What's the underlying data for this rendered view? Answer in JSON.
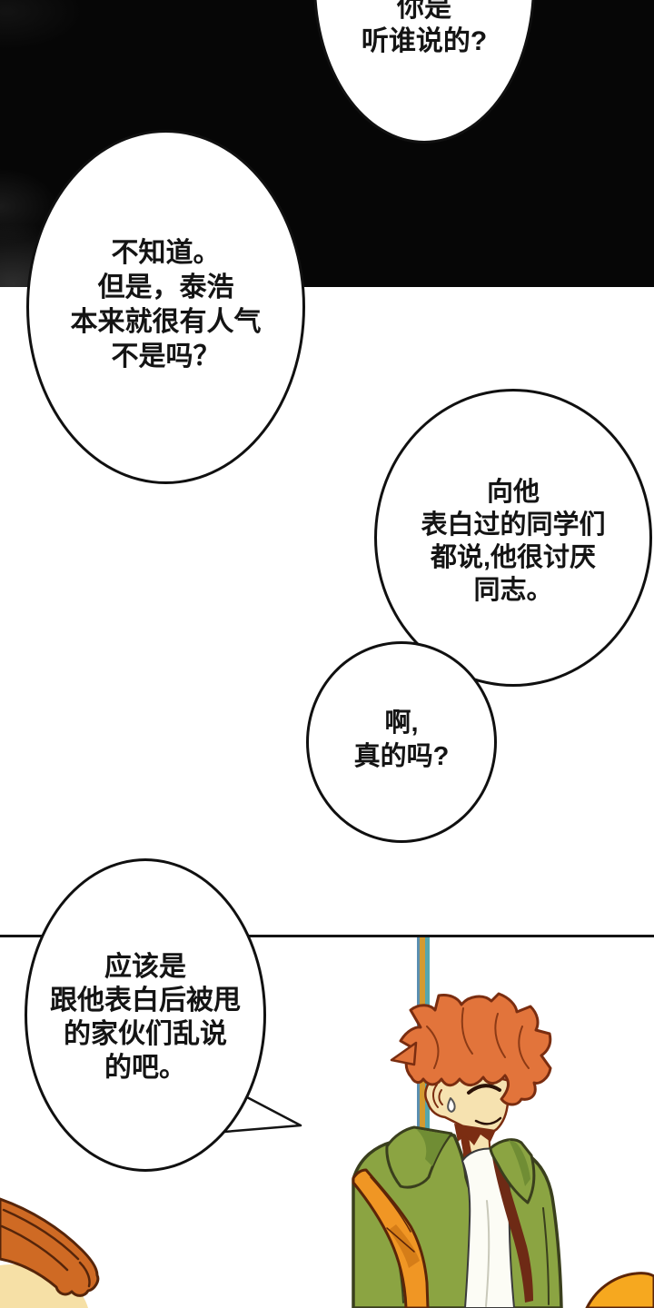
{
  "page": {
    "kind": "manhwa comic page",
    "language": "Chinese",
    "panel_divider_color": "#141414",
    "top_panel_background": "#060606"
  },
  "bubbles": {
    "top": {
      "lines": [
        "你是",
        "听谁说的?"
      ]
    },
    "left": {
      "lines": [
        "不知道。",
        "但是，泰浩",
        "本来就很有人气",
        "不是吗？"
      ]
    },
    "right": {
      "lines": [
        "向他",
        "表白过的同学们",
        "都说,他很讨厌",
        "同志。"
      ]
    },
    "reply": {
      "lines": [
        "啊,",
        "真的吗?"
      ]
    },
    "bottom": {
      "lines": [
        "应该是",
        "跟他表白后被甩",
        "的家伙们乱说",
        "的吧。"
      ]
    }
  },
  "artwork": {
    "hair": "#e2743b",
    "hair_line": "#7a2d10",
    "skin": "#f6e2b0",
    "skin_shadow": "#7b2d12",
    "maroon": "#6e2a15",
    "jacket": "#8ba442",
    "jacket_shade": "#708d34",
    "jacket_line": "#3a3f1d",
    "shirt": "#fcfcf5",
    "strap": "#f09624",
    "strap_dark": "#d57d18",
    "strap_line": "#5c2508",
    "pole_blue": "#5b8fb0",
    "pole_gold": "#d39a2f",
    "pole_teal": "#55a6ad",
    "fg_hair": "#cf6a24",
    "fg_hair_line": "#56250a",
    "fg_skin": "#f6e0a6",
    "bag": "#f6a81f"
  }
}
